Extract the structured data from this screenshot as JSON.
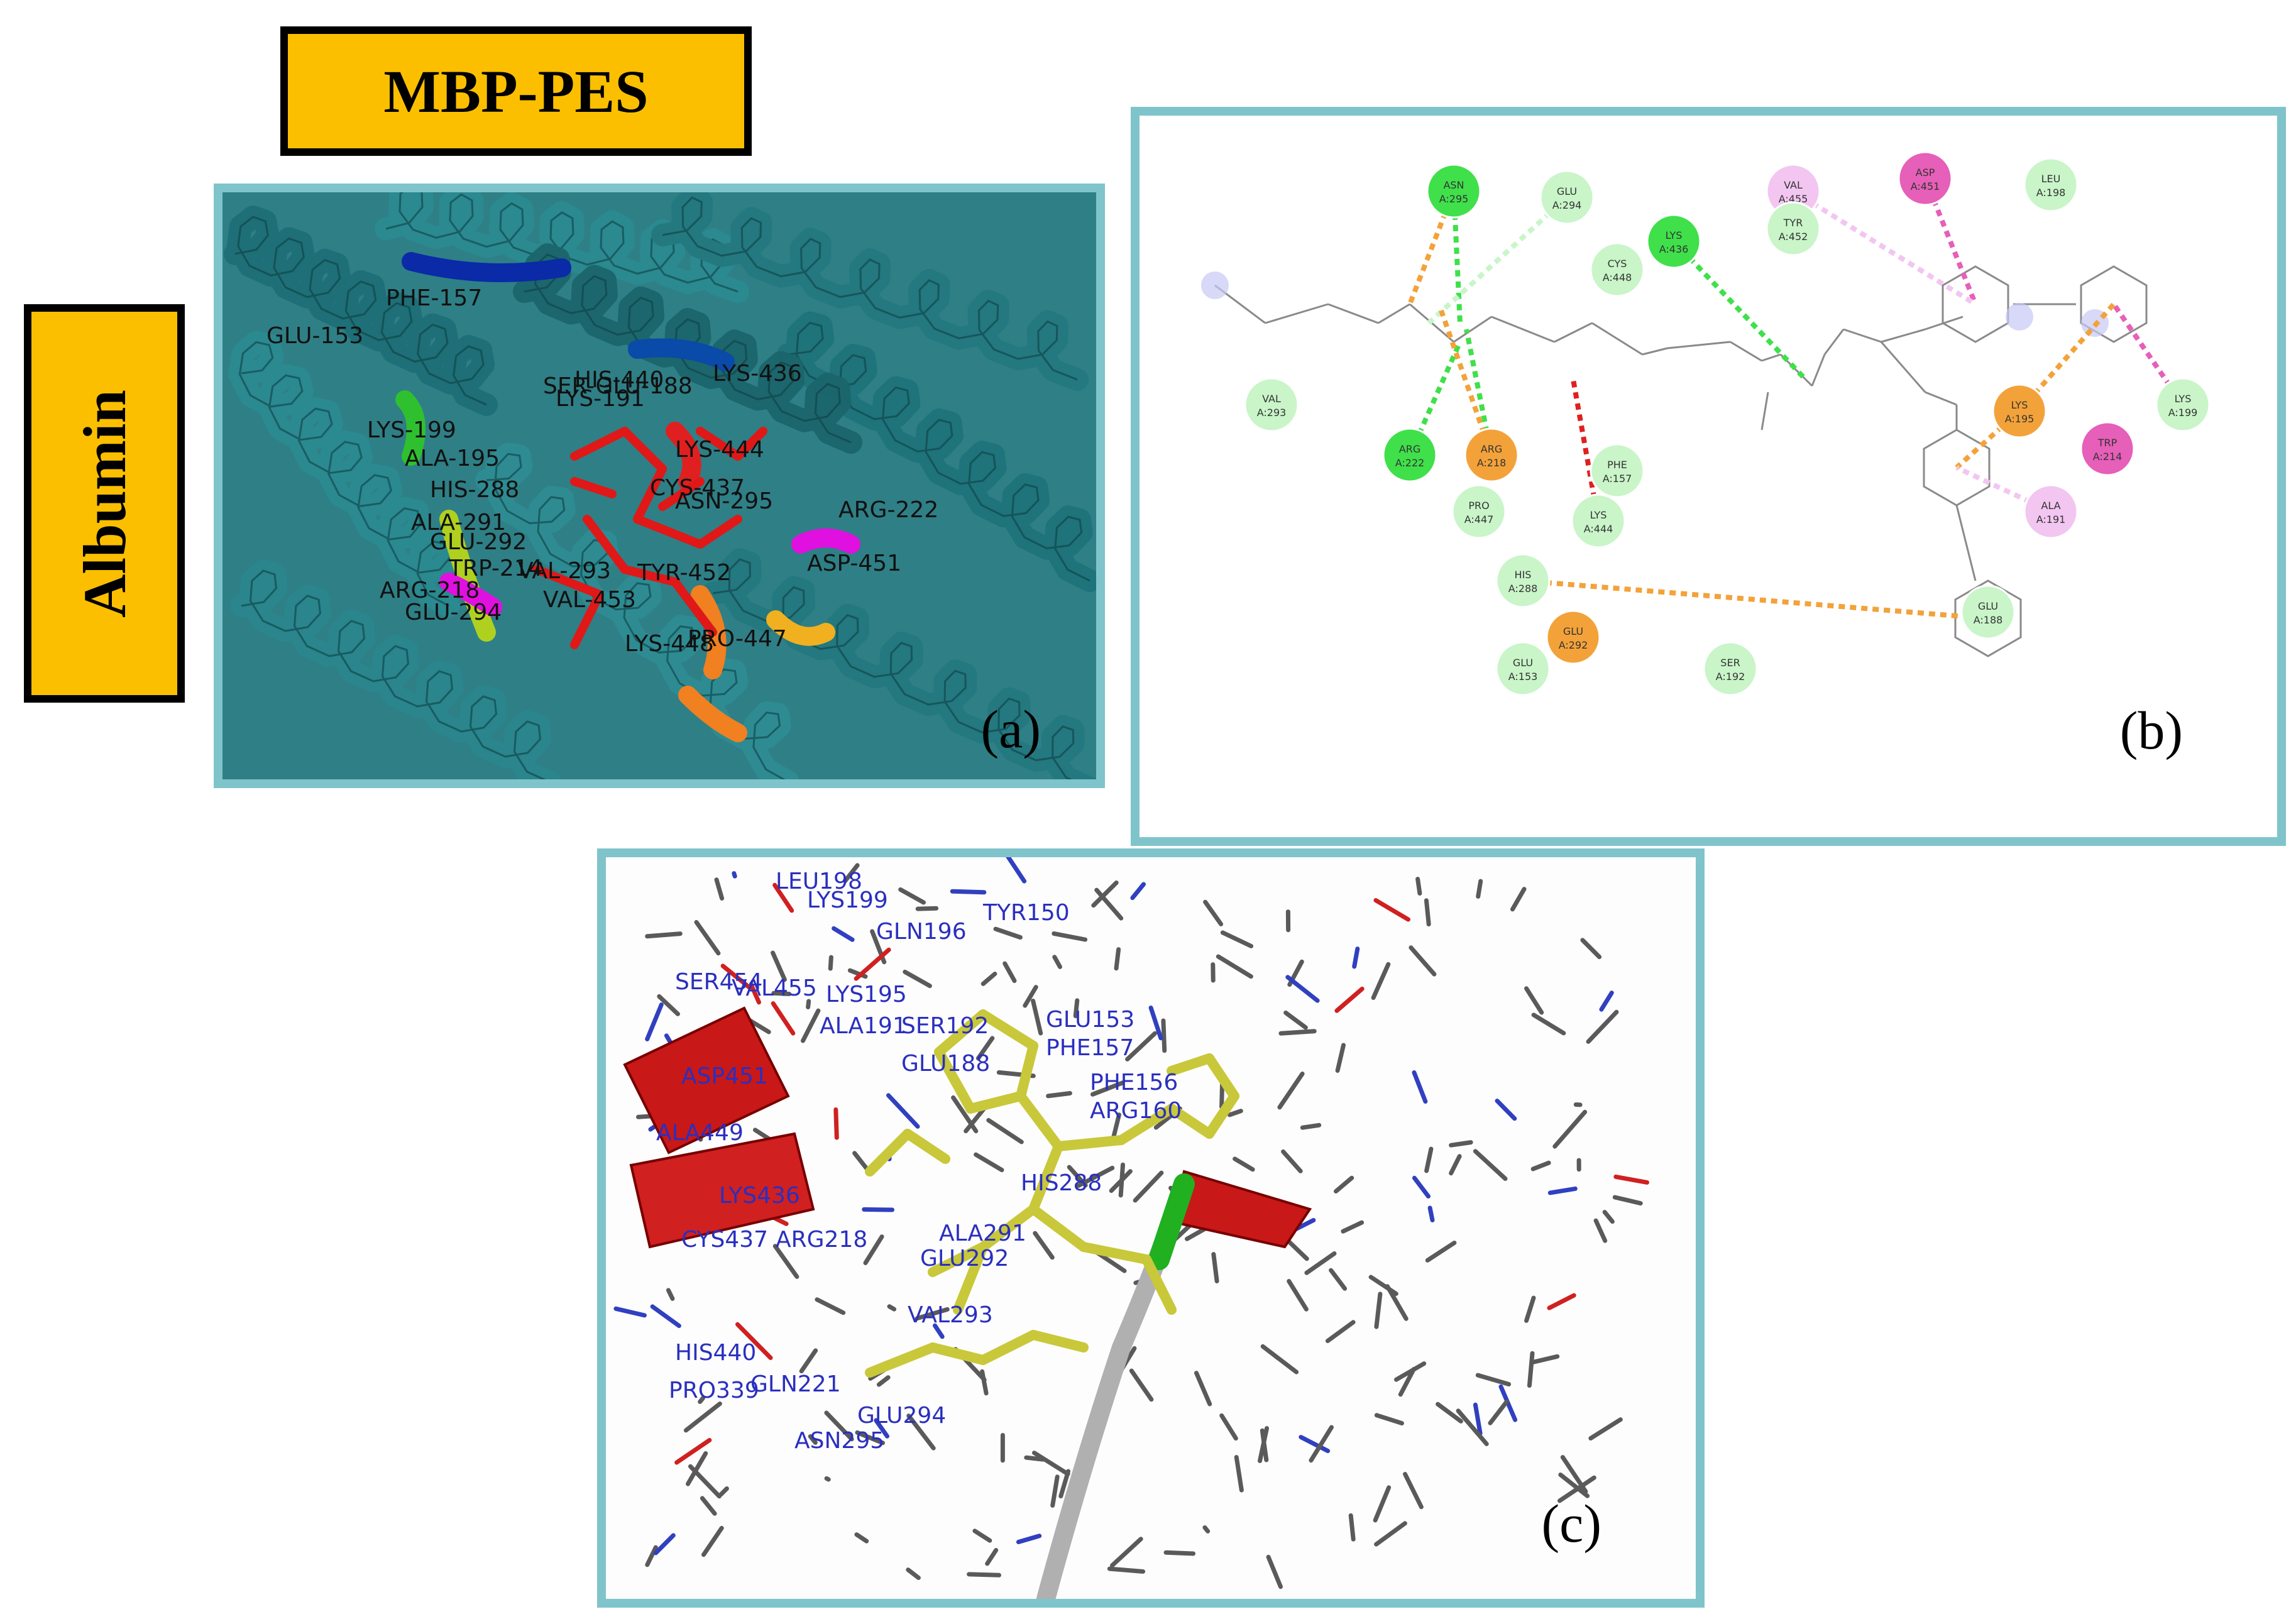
{
  "figure": {
    "title": "MBP-PES",
    "side_label": "Albumin"
  },
  "panel_a": {
    "letter": "(a)",
    "residue_labels": [
      "PHE-157",
      "GLU-153",
      "SER-GLU-188",
      "LYS-191",
      "LYS-199",
      "ALA-195",
      "HIS-288",
      "ALA-291",
      "GLU-292",
      "TRP-214",
      "VAL-293",
      "ARG-218",
      "GLU-294",
      "ARG-222",
      "ASN-295",
      "VAL-453",
      "TYR-452",
      "ASP-451",
      "LYS-448",
      "PRO-447",
      "CYS-437",
      "LYS-444",
      "HIS-440",
      "LYS-436"
    ]
  },
  "panel_b": {
    "letter": "(b)",
    "residues": [
      {
        "name": "ASN",
        "id": "A:295",
        "kind": "hbond"
      },
      {
        "name": "GLU",
        "id": "A:294",
        "kind": "vdw"
      },
      {
        "name": "LYS",
        "id": "A:436",
        "kind": "hbond"
      },
      {
        "name": "CYS",
        "id": "A:448",
        "kind": "vdw"
      },
      {
        "name": "VAL",
        "id": "A:455",
        "kind": "alkyl"
      },
      {
        "name": "TYR",
        "id": "A:452",
        "kind": "vdw"
      },
      {
        "name": "ASP",
        "id": "A:451",
        "kind": "pi"
      },
      {
        "name": "LEU",
        "id": "A:198",
        "kind": "vdw"
      },
      {
        "name": "VAL",
        "id": "A:293",
        "kind": "vdw"
      },
      {
        "name": "ARG",
        "id": "A:222",
        "kind": "hbond"
      },
      {
        "name": "ARG",
        "id": "A:218",
        "kind": "cation"
      },
      {
        "name": "PRO",
        "id": "A:447",
        "kind": "vdw"
      },
      {
        "name": "LYS",
        "id": "A:444",
        "kind": "vdw"
      },
      {
        "name": "PHE",
        "id": "A:157",
        "kind": "vdw"
      },
      {
        "name": "LYS",
        "id": "A:195",
        "kind": "cation"
      },
      {
        "name": "TRP",
        "id": "A:214",
        "kind": "pi"
      },
      {
        "name": "LYS",
        "id": "A:199",
        "kind": "vdw"
      },
      {
        "name": "ALA",
        "id": "A:191",
        "kind": "alkyl"
      },
      {
        "name": "HIS",
        "id": "A:288",
        "kind": "vdw"
      },
      {
        "name": "GLU",
        "id": "A:292",
        "kind": "cation"
      },
      {
        "name": "GLU",
        "id": "A:188",
        "kind": "vdw"
      },
      {
        "name": "GLU",
        "id": "A:153",
        "kind": "vdw"
      },
      {
        "name": "SER",
        "id": "A:192",
        "kind": "vdw"
      }
    ],
    "colors": {
      "hbond": "#3fe04a",
      "vdw": "#c9f5c9",
      "cation": "#f3a23a",
      "pi": "#e65fb8",
      "alkyl": "#f2c6f0",
      "unfav": "#e02020"
    }
  },
  "panel_c": {
    "letter": "(c)",
    "residue_labels": [
      "LEU198",
      "LYS199",
      "GLN196",
      "TYR150",
      "VAL455",
      "SER454",
      "LYS195",
      "ALA191",
      "SER192",
      "GLU153",
      "PHE157",
      "PHE156",
      "GLU188",
      "ARG160",
      "ASP451",
      "ALA449",
      "HIS288",
      "LYS436",
      "ALA291",
      "ARG218",
      "CYS437",
      "GLU292",
      "VAL293",
      "HIS440",
      "GLN221",
      "PRO339",
      "GLU294",
      "ASN295"
    ]
  }
}
